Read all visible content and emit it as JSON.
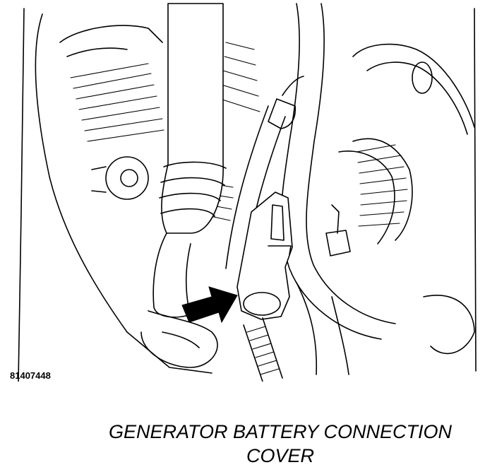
{
  "figure": {
    "id_label": "81407448",
    "caption_line1": "GENERATOR BATTERY CONNECTION",
    "caption_line2": "COVER"
  }
}
